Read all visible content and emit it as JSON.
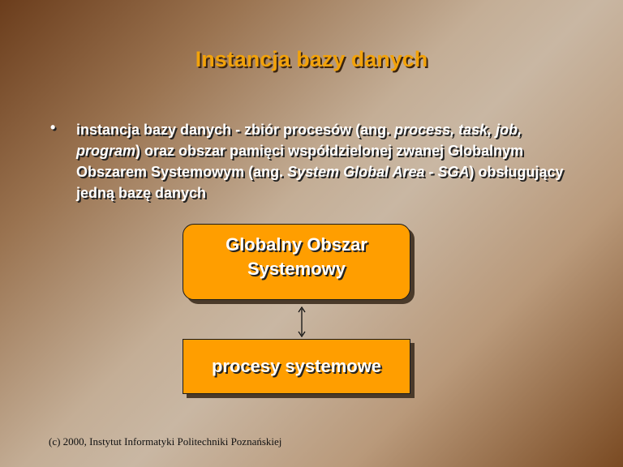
{
  "slide": {
    "title": "Instancja bazy danych",
    "bullet": {
      "marker": "•",
      "parts": [
        {
          "text": "instancja bazy danych - zbiór procesów (ang. ",
          "italic": false
        },
        {
          "text": "process, task, job, program",
          "italic": true
        },
        {
          "text": ") oraz obszar pamięci współdzielonej zwanej Globalnym Obszarem Systemowym (ang. ",
          "italic": false
        },
        {
          "text": "System Global Area - SGA",
          "italic": true
        },
        {
          "text": ") obsługujący jedną bazę danych",
          "italic": false
        }
      ]
    },
    "diagram": {
      "sga_box": {
        "line1": "Globalny Obszar",
        "line2": "Systemowy"
      },
      "process_box": {
        "label": "procesy systemowe"
      },
      "connector": "double-arrow-icon"
    },
    "footer": "(c) 2000, Instytut Informatyki Politechniki Poznańskiej"
  },
  "colors": {
    "title": "#f2a20a",
    "box_fill": "#ff9e00",
    "text": "#ffffff"
  }
}
